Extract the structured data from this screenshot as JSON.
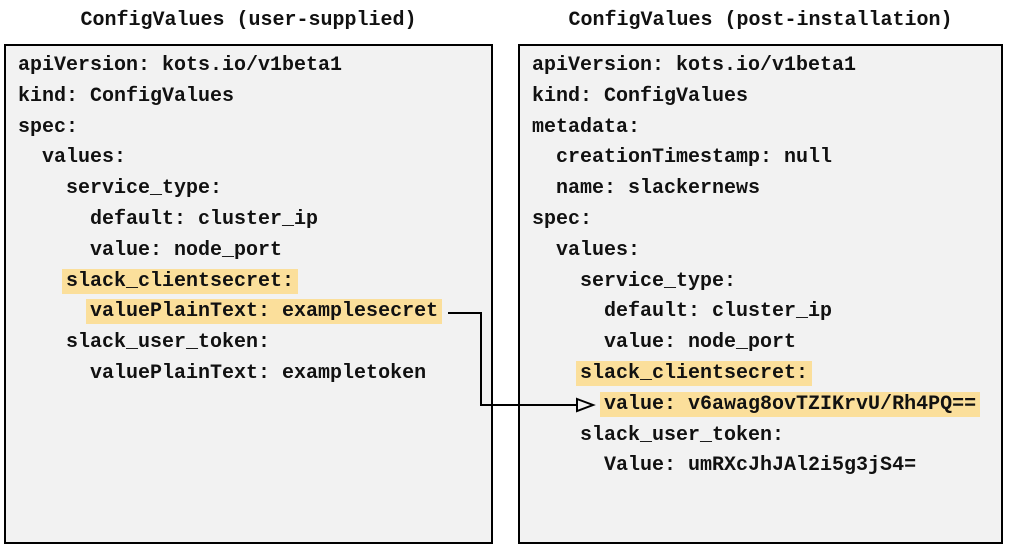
{
  "left_panel": {
    "title": "ConfigValues (user-supplied)",
    "lines": [
      {
        "indent": 0,
        "text": "apiVersion: kots.io/v1beta1"
      },
      {
        "indent": 0,
        "text": "kind: ConfigValues"
      },
      {
        "indent": 0,
        "text": "spec:"
      },
      {
        "indent": 1,
        "text": "values:"
      },
      {
        "indent": 2,
        "text": "service_type:"
      },
      {
        "indent": 3,
        "text": "default: cluster_ip"
      },
      {
        "indent": 3,
        "text": "value: node_port"
      },
      {
        "indent": 2,
        "text": "slack_clientsecret:",
        "highlight": true
      },
      {
        "indent": 3,
        "text": "valuePlainText: examplesecret",
        "highlight": true
      },
      {
        "indent": 2,
        "text": "slack_user_token:"
      },
      {
        "indent": 3,
        "text": "valuePlainText: exampletoken"
      }
    ]
  },
  "right_panel": {
    "title": "ConfigValues (post-installation)",
    "lines": [
      {
        "indent": 0,
        "text": "apiVersion: kots.io/v1beta1"
      },
      {
        "indent": 0,
        "text": "kind: ConfigValues"
      },
      {
        "indent": 0,
        "text": "metadata:"
      },
      {
        "indent": 1,
        "text": "creationTimestamp: null"
      },
      {
        "indent": 1,
        "text": "name: slackernews"
      },
      {
        "indent": 0,
        "text": "spec:"
      },
      {
        "indent": 1,
        "text": "values:"
      },
      {
        "indent": 2,
        "text": "service_type:"
      },
      {
        "indent": 3,
        "text": "default: cluster_ip"
      },
      {
        "indent": 3,
        "text": "value: node_port"
      },
      {
        "indent": 2,
        "text": "slack_clientsecret:",
        "highlight": true
      },
      {
        "indent": 3,
        "text": "value: v6awag8ovTZIKrvU/Rh4PQ==",
        "highlight": true
      },
      {
        "indent": 2,
        "text": "slack_user_token:"
      },
      {
        "indent": 3,
        "text": "Value: umRXcJhJAl2i5g3jS4="
      }
    ]
  },
  "arrow": {
    "from": "valuePlainText: examplesecret",
    "to": "value: v6awag8ovTZIKrvU/Rh4PQ=="
  },
  "colors": {
    "highlight": "#fbdf9b",
    "panel_bg": "#f2f2f2",
    "panel_border": "#000000",
    "text": "#111111"
  }
}
